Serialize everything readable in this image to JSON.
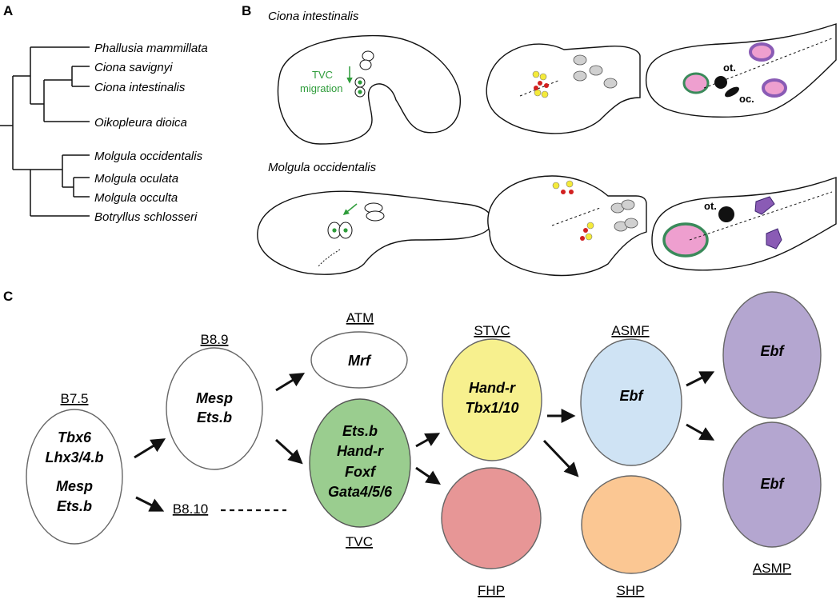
{
  "panels": {
    "a": {
      "letter": "A"
    },
    "b": {
      "letter": "B"
    },
    "c": {
      "letter": "C"
    }
  },
  "phylogeny": {
    "species": [
      "Phallusia mammillata",
      "Ciona savignyi",
      "Ciona intestinalis",
      "Oikopleura dioica",
      "Molgula occidentalis",
      "Molgula oculata",
      "Molgula occulta",
      "Botryllus schlosseri"
    ]
  },
  "panel_b": {
    "ciona_title": "Ciona intestinalis",
    "molgula_title": "Molgula occidentalis",
    "tvc_label_line1": "TVC",
    "tvc_label_line2": "migration",
    "otolith_label": "ot.",
    "ocellus_label": "oc."
  },
  "lineage": {
    "b75": {
      "label": "B7.5",
      "genes": [
        "Tbx6",
        "Lhx3/4.b",
        "Mesp",
        "Ets.b"
      ]
    },
    "b89": {
      "label": "B8.9",
      "genes": [
        "Mesp",
        "Ets.b"
      ]
    },
    "b810": {
      "label": "B8.10"
    },
    "atm": {
      "label": "ATM",
      "genes": [
        "Mrf"
      ]
    },
    "tvc": {
      "label": "TVC",
      "genes": [
        "Ets.b",
        "Hand-r",
        "Foxf",
        "Gata4/5/6"
      ],
      "color": "#9acd8f"
    },
    "stvc": {
      "label": "STVC",
      "genes": [
        "Hand-r",
        "Tbx1/10"
      ],
      "color": "#f7f08e"
    },
    "fhp": {
      "label": "FHP",
      "color": "#e79696"
    },
    "asmf": {
      "label": "ASMF",
      "genes": [
        "Ebf"
      ],
      "color": "#cfe3f4"
    },
    "shp": {
      "label": "SHP",
      "color": "#fbc793"
    },
    "asmp": {
      "label": "ASMP",
      "genes_top": [
        "Ebf"
      ],
      "genes_bottom": [
        "Ebf"
      ],
      "color": "#b4a6d0"
    }
  },
  "colors": {
    "tvc_green": "#2e9c3a",
    "yellow_cell": "#f4ea3a",
    "red_cell": "#d22020",
    "pink_heart": "#ee9fcf",
    "heart_rim": "#3a8a5a",
    "purple_muscle": "#8a5bb5",
    "grey_cell": "#d0d0d0"
  }
}
